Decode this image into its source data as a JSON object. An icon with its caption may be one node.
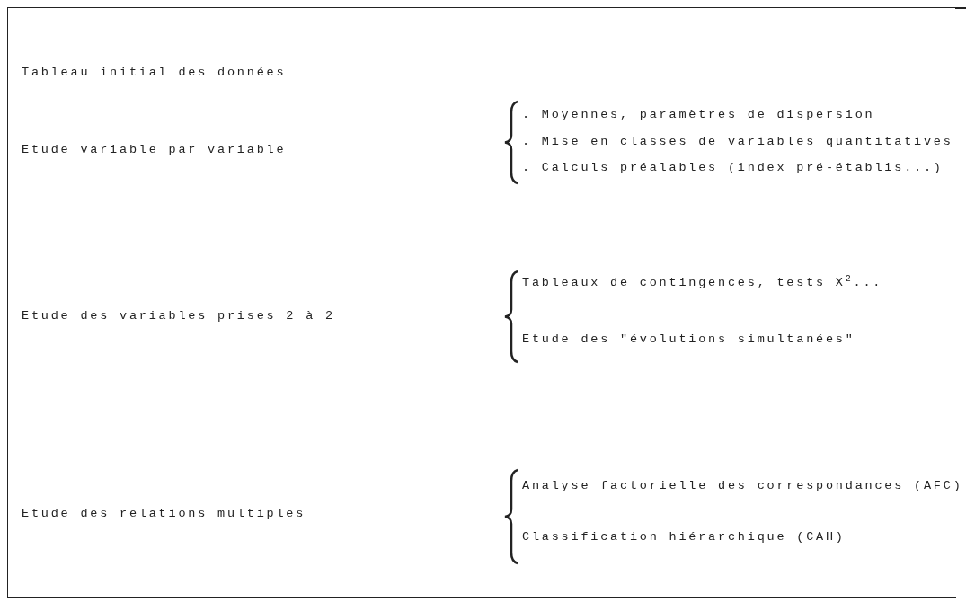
{
  "diagram": {
    "labels": [
      "Tableau initial des données",
      ". Moyennes, paramètres de dispersion",
      "Etude variable par variable",
      ". Mise en classes de variables quantitatives",
      ". Calculs préalables (index pré-établis...)",
      "Tableaux de contingences, tests X$^{2}$...",
      "Etude des variables prises 2 à 2",
      "Etude des \"évolutions simultanées\"",
      "Analyse factorielle des correspondances (AFC)",
      "Etude des relations multiples",
      "Classification hiérarchique (CAH)"
    ]
  }
}
